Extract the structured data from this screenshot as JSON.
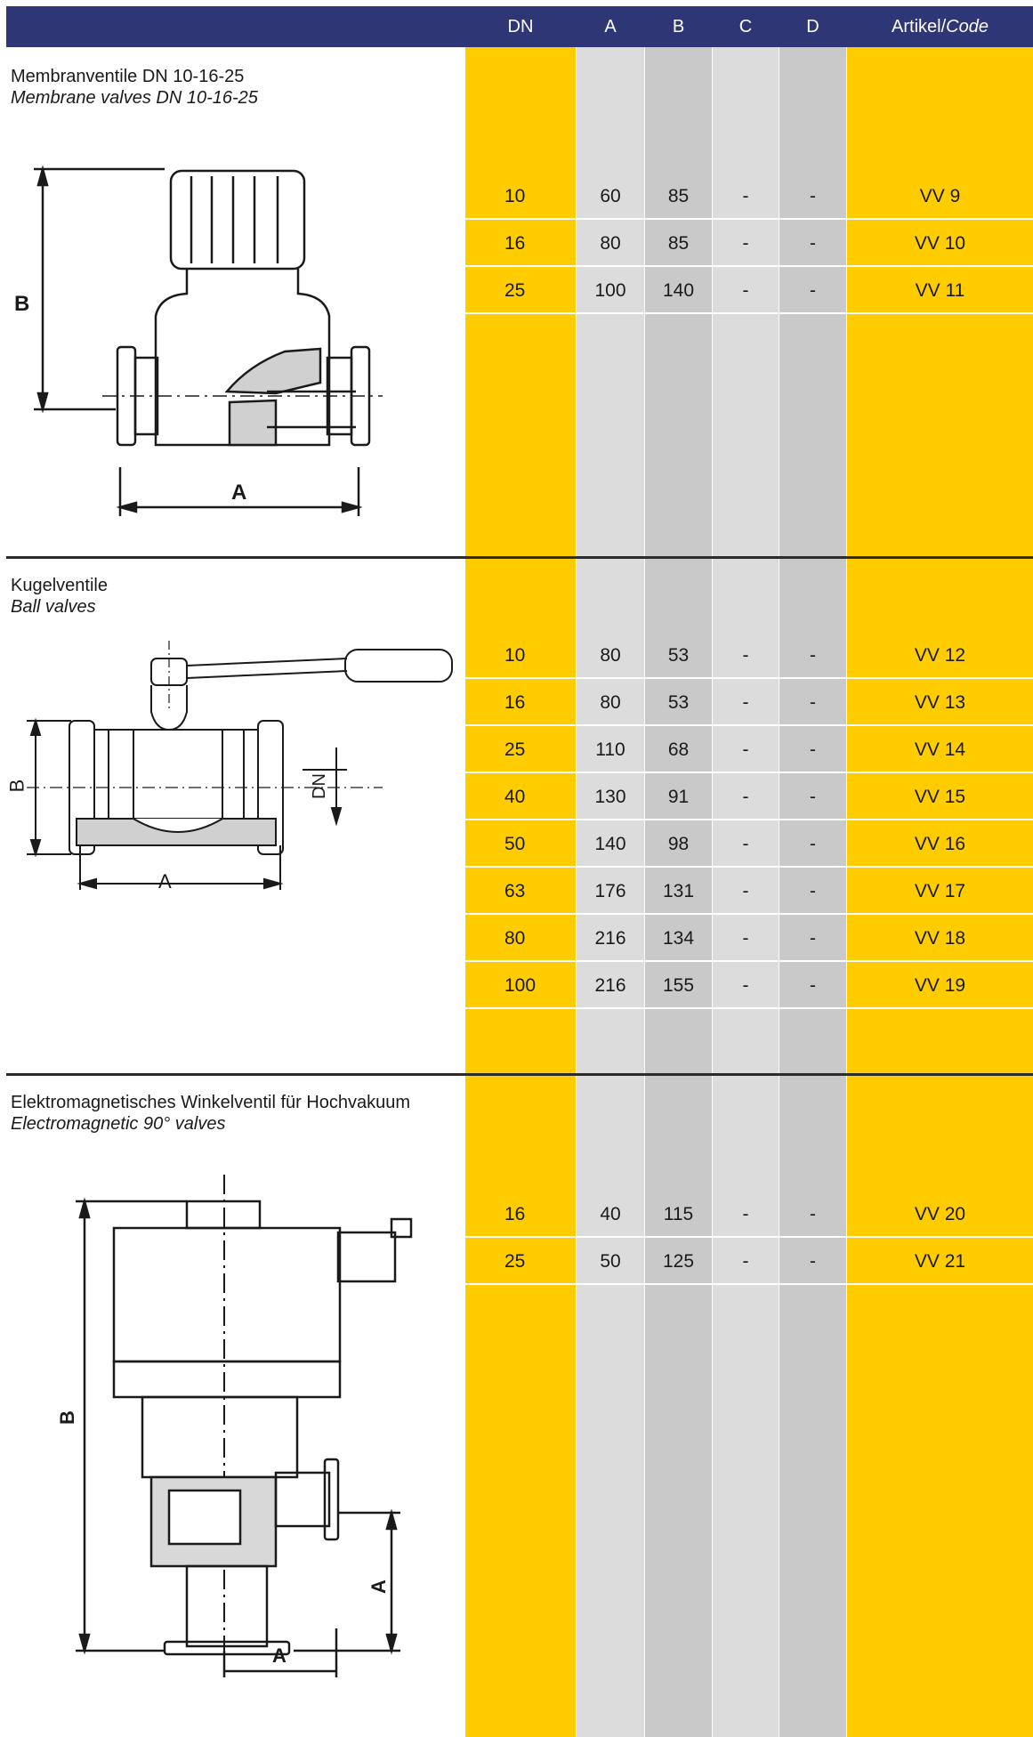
{
  "header": {
    "dn": "DN",
    "a": "A",
    "b": "B",
    "c": "C",
    "d": "D",
    "code_de": "Artikel/",
    "code_en": "Code"
  },
  "sections": [
    {
      "title_de": "Membranventile DN 10-16-25",
      "title_en": "Membrane valves DN 10-16-25",
      "drawing_labels": {
        "a": "A",
        "b": "B"
      },
      "rows": [
        {
          "dn": "10",
          "a": "60",
          "b": "85",
          "c": "-",
          "d": "-",
          "code": "VV 9"
        },
        {
          "dn": "16",
          "a": "80",
          "b": "85",
          "c": "-",
          "d": "-",
          "code": "VV 10"
        },
        {
          "dn": "25",
          "a": "100",
          "b": "140",
          "c": "-",
          "d": "-",
          "code": "VV 11"
        }
      ]
    },
    {
      "title_de": "Kugelventile",
      "title_en": "Ball valves",
      "drawing_labels": {
        "a": "A",
        "b": "B",
        "dn": "DN"
      },
      "rows": [
        {
          "dn": "10",
          "a": "80",
          "b": "53",
          "c": "-",
          "d": "-",
          "code": "VV 12"
        },
        {
          "dn": "16",
          "a": "80",
          "b": "53",
          "c": "-",
          "d": "-",
          "code": "VV 13"
        },
        {
          "dn": "25",
          "a": "110",
          "b": "68",
          "c": "-",
          "d": "-",
          "code": "VV 14"
        },
        {
          "dn": "40",
          "a": "130",
          "b": "91",
          "c": "-",
          "d": "-",
          "code": "VV 15"
        },
        {
          "dn": "50",
          "a": "140",
          "b": "98",
          "c": "-",
          "d": "-",
          "code": "VV 16"
        },
        {
          "dn": "63",
          "a": "176",
          "b": "131",
          "c": "-",
          "d": "-",
          "code": "VV 17"
        },
        {
          "dn": "80",
          "a": "216",
          "b": "134",
          "c": "-",
          "d": "-",
          "code": "VV 18"
        },
        {
          "dn": "100",
          "a": "216",
          "b": "155",
          "c": "-",
          "d": "-",
          "code": "VV 19"
        }
      ]
    },
    {
      "title_de": "Elektromagnetisches Winkelventil für Hochvakuum",
      "title_en": "Electromagnetic 90° valves",
      "drawing_labels": {
        "a": "A",
        "b": "B",
        "a2": "A"
      },
      "rows": [
        {
          "dn": "16",
          "a": "40",
          "b": "115",
          "c": "-",
          "d": "-",
          "code": "VV 20"
        },
        {
          "dn": "25",
          "a": "50",
          "b": "125",
          "c": "-",
          "d": "-",
          "code": "VV 21"
        }
      ]
    }
  ],
  "colors": {
    "header": "#2e3675",
    "yellow": "#ffcc00",
    "grey_light": "#dcdcdc",
    "grey_dark": "#c9c9c9"
  }
}
